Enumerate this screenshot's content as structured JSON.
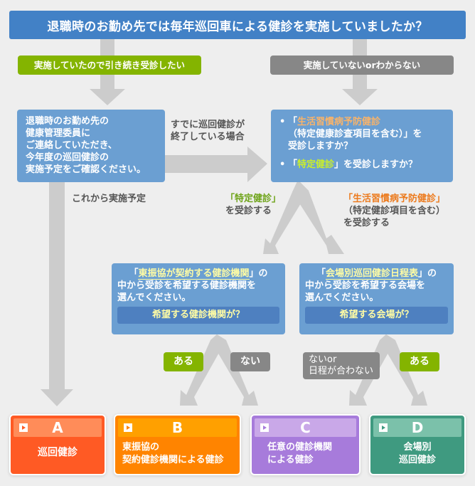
{
  "title": "退職時のお勤め先では毎年巡回車による健診を実施していましたか？",
  "branches": {
    "yes": "実施していたので引き続き受診したい",
    "no": "実施していないorわからない"
  },
  "contact_box": {
    "lines": [
      "退職時のお勤め先の",
      "健康管理委員に",
      "ご連絡していただき、",
      "今年度の巡回健診の",
      "実施予定をご確認ください。"
    ]
  },
  "notes": {
    "already_done": [
      "すでに巡回健診が",
      "終了している場合"
    ],
    "planned": "これから実施予定"
  },
  "exam_question_box": {
    "q1_open": "「",
    "q1_highlight": "生活習慣病予防健診",
    "q1_rest_line2": "（特定健康診査項目を含む）」を",
    "q1_rest_line3": "受診しますか？",
    "q2_open": "「",
    "q2_highlight": "特定健診",
    "q2_rest": "」を受診しますか？"
  },
  "exam_choices": {
    "tokutei": {
      "highlight": "「特定健診」",
      "rest": "を受診する"
    },
    "seikatsu": {
      "highlight": "「生活習慣病予防健診」",
      "line2": "（特定健診項目を含む）",
      "line3": "を受診する"
    }
  },
  "facility_box": {
    "open": "「",
    "link": "東振協が契約する健診機関",
    "close": "」の",
    "line2": "中から受診を希望する健診機関を",
    "line3": "選んでください。",
    "question": "希望する健診機関が？"
  },
  "venue_box": {
    "open": "「",
    "link": "会場別巡回健診日程表",
    "close": "」の",
    "line2": "中から受診を希望する会場を",
    "line3": "選んでください。",
    "question": "希望する会場が？"
  },
  "answers": {
    "facility_yes": "ある",
    "facility_no": "ない",
    "venue_no_line1": "ないor",
    "venue_no_line2": "日程が合わない",
    "venue_yes": "ある"
  },
  "results": [
    {
      "letter": "A",
      "lines": [
        "巡回健診"
      ],
      "color": "#ff5a24",
      "head_color": "#ff8c59"
    },
    {
      "letter": "B",
      "lines": [
        "東振協の",
        "契約健診機関による健診"
      ],
      "color": "#ff8400",
      "head_color": "#ffa000"
    },
    {
      "letter": "C",
      "lines": [
        "任意の健診機関",
        "による健診"
      ],
      "color": "#a77bdb",
      "head_color": "#c9a8e8"
    },
    {
      "letter": "D",
      "lines": [
        "会場別",
        "巡回健診"
      ],
      "color": "#3f9a80",
      "head_color": "#7bc1aa"
    }
  ],
  "colors": {
    "title_blue": "#4281c6",
    "box_blue": "#6b9fd2",
    "tag_green": "#84b400",
    "tag_gray": "#878787",
    "arrow_gray": "#cccccc",
    "background": "#eeeeee"
  }
}
